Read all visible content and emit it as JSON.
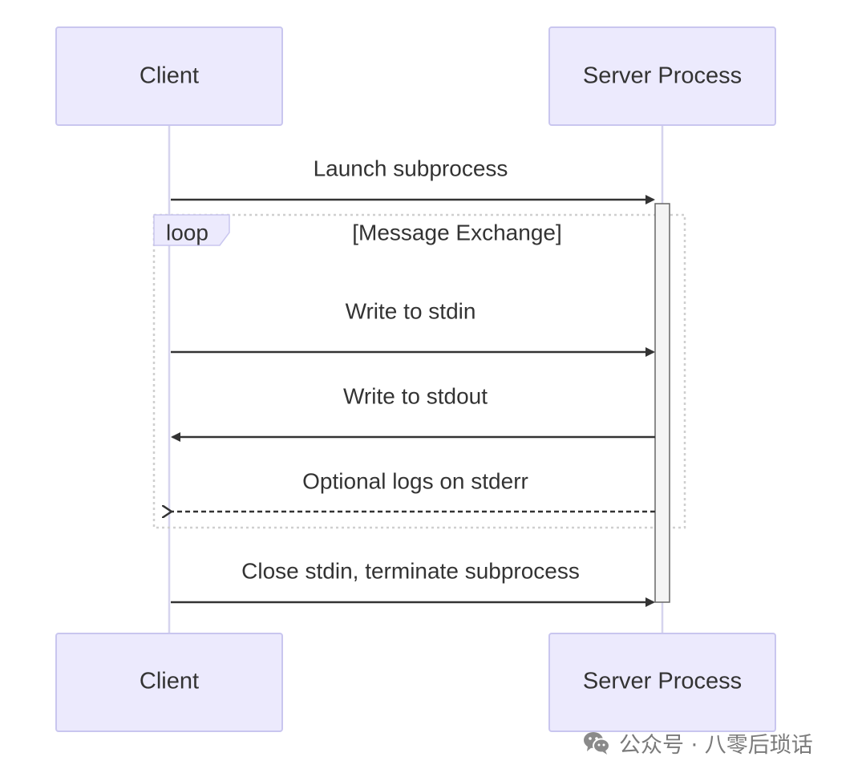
{
  "actors": {
    "client": "Client",
    "server": "Server Process"
  },
  "loop": {
    "keyword": "loop",
    "condition": "[Message Exchange]"
  },
  "messages": [
    {
      "text": "Launch subprocess",
      "direction": "client-to-server",
      "style": "solid"
    },
    {
      "text": "Write to stdin",
      "direction": "client-to-server",
      "style": "solid"
    },
    {
      "text": "Write to stdout",
      "direction": "server-to-client",
      "style": "solid"
    },
    {
      "text": "Optional logs on stderr",
      "direction": "server-to-client",
      "style": "dashed"
    },
    {
      "text": "Close stdin, terminate subprocess",
      "direction": "client-to-server",
      "style": "solid"
    }
  ],
  "watermark": {
    "text": "公众号 · 八零后琐话",
    "icon": "wechat-icon"
  },
  "colors": {
    "actor_fill": "#eceafd",
    "actor_border": "#c9c6ef",
    "lifeline": "#d6d4ee",
    "arrow": "#333333",
    "loop_border": "#cfcfcf",
    "loop_label_fill": "#eceafd",
    "activation_fill": "#f4f4f4",
    "activation_border": "#666666"
  }
}
